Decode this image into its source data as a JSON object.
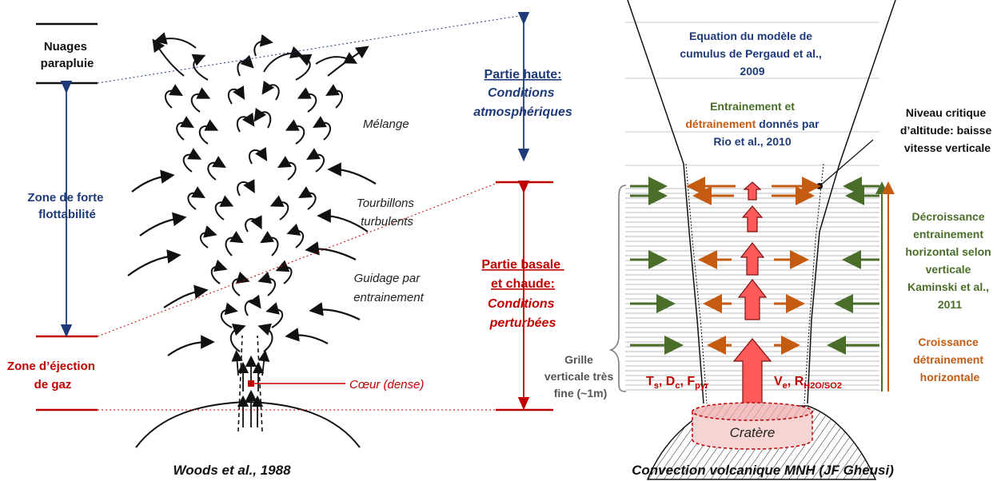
{
  "left": {
    "umbrella": [
      "Nuages",
      "parapluie"
    ],
    "buoyancy": [
      "Zone de forte",
      "flottabilité"
    ],
    "ejection": [
      "Zone d’éjection",
      "de gaz"
    ],
    "mixing": "Mélange",
    "eddies": [
      "Tourbillons",
      "turbulents"
    ],
    "guidance": [
      "Guidage par",
      "entrainement"
    ],
    "core": "Cœur (dense)",
    "upper_title": "Partie haute:",
    "upper_sub": [
      "Conditions",
      "atmosphériques"
    ],
    "basal_title": [
      "Partie basale",
      "et chaude:"
    ],
    "basal_sub": [
      "Conditions",
      "perturbées"
    ],
    "caption": "Woods et al., 1988"
  },
  "right": {
    "cumulus": [
      "Equation du modèle de",
      "cumulus de Pergaud et al.,",
      "2009"
    ],
    "entrain": [
      "Entrainement",
      " et"
    ],
    "detrain": [
      "détrainement",
      " donnés par"
    ],
    "rio": "Rio et al., 2010",
    "critical": [
      "Niveau critique",
      "d’altitude: baisse",
      "vitesse verticale"
    ],
    "decrease": [
      "Décroissance",
      "entrainement",
      "horizontal selon",
      "verticale",
      "Kaminski et al.,",
      "2011"
    ],
    "growth": [
      "Croissance",
      "détrainement",
      "horizontale"
    ],
    "grid": [
      "Grille",
      "verticale très",
      "fine (~1m)"
    ],
    "params_left": {
      "t": "T",
      "t_sub": "s",
      "d": ", D",
      "d_sub": "c",
      "f": ", F",
      "f_sub": "pyr"
    },
    "params_right": {
      "v": "V",
      "v_sub": "e",
      "r": ", R",
      "r_sub": "H2O/SO2"
    },
    "crater": "Cratère",
    "caption": "Convection volcanique MNH (JF Gheusi)"
  },
  "colors": {
    "navy": "#1f3a78",
    "red": "#c00000",
    "green": "#4a6e2a",
    "orange": "#c55a11",
    "gray": "#404040"
  }
}
